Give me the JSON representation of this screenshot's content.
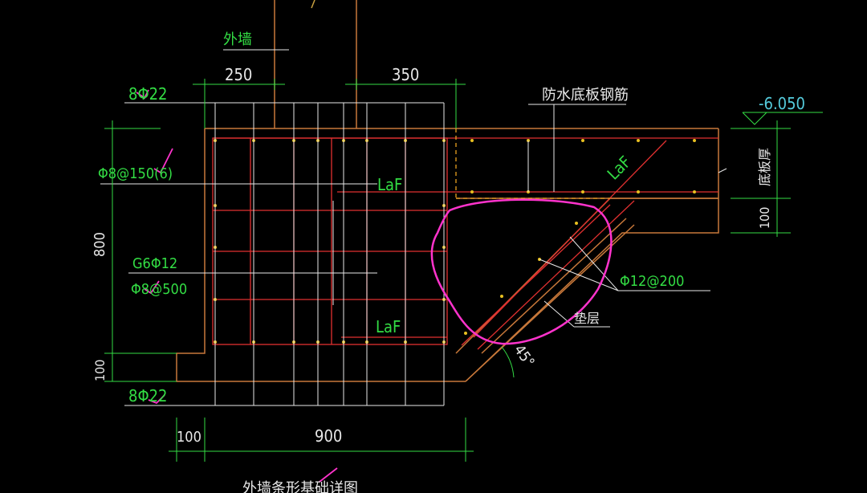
{
  "labels": {
    "wall": "外墙",
    "dim_wall_left": "250",
    "dim_wall_right": "350",
    "top_bars": "8Φ22",
    "waterproof_rebar": "防水底板钢筋",
    "elevation": "-6.050",
    "stirrup": "Φ8@150(6)",
    "laf_top": "LaF",
    "slab_thickness": "底板厚",
    "dim_100_right": "100",
    "dim_800": "800",
    "side_bars": "G6Φ12",
    "tie_bars": "Φ8@500",
    "slope_rebar": "Φ12@200",
    "cushion": "垫层",
    "laf_bottom": "LaF",
    "laf_slope": "LaF",
    "angle": "45°",
    "dim_100_left": "100",
    "bottom_bars": "8Φ22",
    "dim_100_bottom": "100",
    "dim_900": "900",
    "caption": "外墙条形基础详图"
  },
  "colors": {
    "background": "#000000",
    "concrete_outline": "#c8783a",
    "rebar": "#e03030",
    "dimension": "#33dd44",
    "leader": "#e8e8e8",
    "annotation_markup": "#ff33cc"
  }
}
